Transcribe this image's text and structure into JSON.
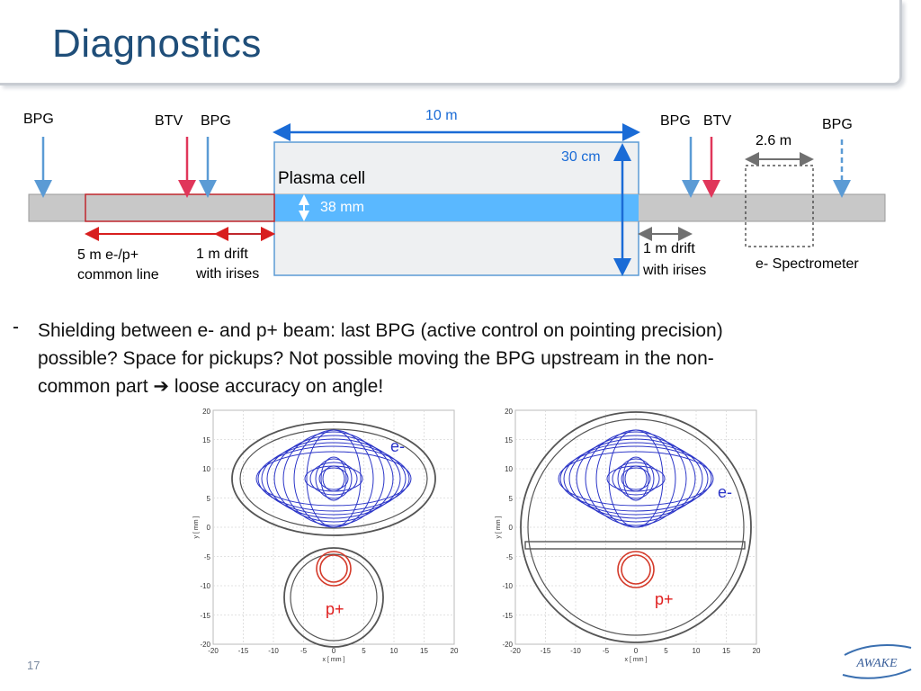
{
  "slide": {
    "title": "Diagnostics",
    "page_number": "17",
    "logo_text": "AWAKE"
  },
  "beamline": {
    "labels": {
      "bpg_1": "BPG",
      "btv_1": "BTV",
      "bpg_2": "BPG",
      "length_10m": "10 m",
      "bpg_3": "BPG",
      "btv_2": "BTV",
      "bpg_4": "BPG",
      "len_26m": "2.6 m",
      "height_30cm": "30 cm",
      "plasma_cell": "Plasma cell",
      "bore_38mm": "38 mm",
      "common_line_1": "5 m e-/p+",
      "common_line_2": "common line",
      "drift_left_1": "1 m drift",
      "drift_left_2": "with irises",
      "drift_right_1": "1 m drift",
      "drift_right_2": "with irises",
      "spectrometer": "e- Spectrometer"
    },
    "colors": {
      "beampipe": "#c8c8c8",
      "plasma": "#5ab8ff",
      "cell_fill": "#eef0f2",
      "bpg_arrow": "#5b9bd5",
      "btv_arrow": "#e0365a",
      "dimension_blue": "#1a6bd6",
      "dimension_red": "#d81e1e",
      "dimension_gray": "#707070"
    }
  },
  "bullet": {
    "marker": "-",
    "line_1": "Shielding between e- and p+ beam: last BPG (active control on pointing precision)",
    "line_2": "possible?  Space for pickups? Not possible moving the BPG upstream in the non-",
    "line_3_a": "common part",
    "line_3_arrow": "➔",
    "line_3_b": "loose accuracy on angle!"
  },
  "plots": [
    {
      "electron_label": "e-",
      "proton_label": "p+",
      "xlabel": "x [ mm ]",
      "ylabel": "y [ mm ]",
      "xticks": [
        "-20",
        "-15",
        "-10",
        "-5",
        "0",
        "5",
        "10",
        "15",
        "20"
      ],
      "yticks": [
        "20",
        "15",
        "10",
        "5",
        "0",
        "-5",
        "-10",
        "-15",
        "-20"
      ]
    },
    {
      "electron_label": "e-",
      "proton_label": "p+",
      "xlabel": "x [ mm ]",
      "ylabel": "y [ mm ]",
      "xticks": [
        "-20",
        "-15",
        "-10",
        "-5",
        "0",
        "5",
        "10",
        "15",
        "20"
      ],
      "yticks": [
        "20",
        "15",
        "10",
        "5",
        "0",
        "-5",
        "-10",
        "-15",
        "-20"
      ]
    }
  ]
}
